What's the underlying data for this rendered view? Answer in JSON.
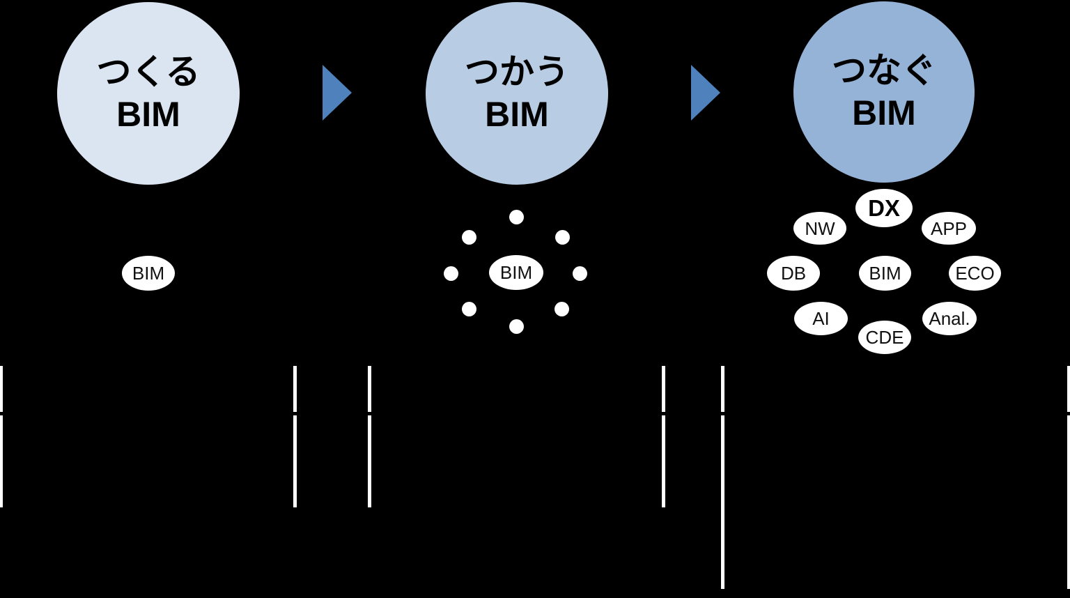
{
  "page": {
    "background": "#000000"
  },
  "flow": {
    "arrow_color": "#4f81bd",
    "stages": [
      {
        "jp": "つくる",
        "en": "BIM",
        "fill": "#dbe5f1"
      },
      {
        "jp": "つかう",
        "en": "BIM",
        "fill": "#b8cce4"
      },
      {
        "jp": "つなぐ",
        "en": "BIM",
        "fill": "#95b3d7"
      }
    ]
  },
  "stage1": {
    "node_label": "BIM"
  },
  "stage2": {
    "hub_label": "BIM",
    "satellite_dots": 8
  },
  "stage3": {
    "nodes": [
      {
        "label": "DX",
        "emphasis": true
      },
      {
        "label": "NW"
      },
      {
        "label": "APP"
      },
      {
        "label": "DB"
      },
      {
        "label": "BIM"
      },
      {
        "label": "ECO"
      },
      {
        "label": "AI"
      },
      {
        "label": "Anal."
      },
      {
        "label": "CDE"
      }
    ]
  },
  "colors": {
    "node_fill": "#ffffff",
    "node_text": "#111111",
    "divider": "#ffffff"
  }
}
